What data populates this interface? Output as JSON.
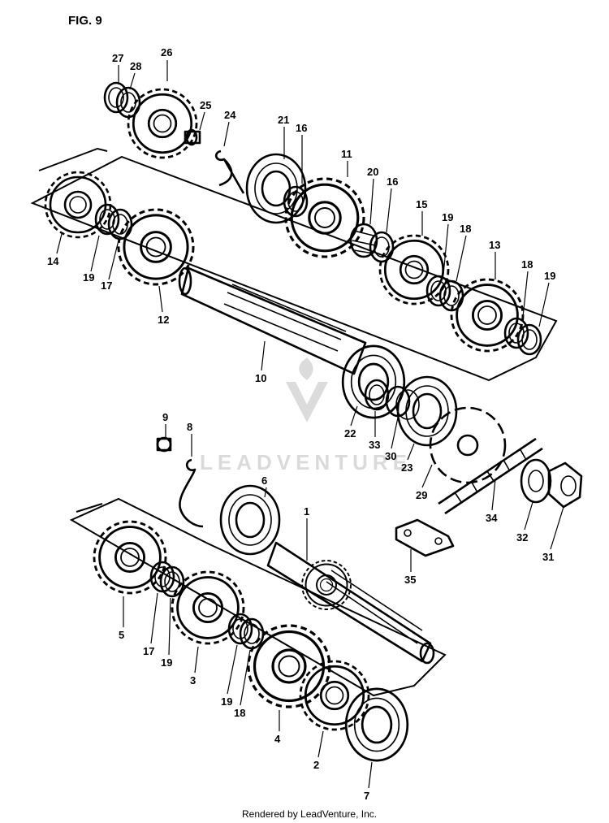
{
  "figure_label": "FIG. 9",
  "watermark": "LEADVENTURE",
  "footer": "Rendered by LeadVenture, Inc.",
  "parts": [
    {
      "ref": "1"
    },
    {
      "ref": "2"
    },
    {
      "ref": "3"
    },
    {
      "ref": "4"
    },
    {
      "ref": "5"
    },
    {
      "ref": "6"
    },
    {
      "ref": "7"
    },
    {
      "ref": "8"
    },
    {
      "ref": "9"
    },
    {
      "ref": "10"
    },
    {
      "ref": "11"
    },
    {
      "ref": "12"
    },
    {
      "ref": "13"
    },
    {
      "ref": "14"
    },
    {
      "ref": "15"
    },
    {
      "ref": "16"
    },
    {
      "ref": "17"
    },
    {
      "ref": "18"
    },
    {
      "ref": "19"
    },
    {
      "ref": "20"
    },
    {
      "ref": "21"
    },
    {
      "ref": "22"
    },
    {
      "ref": "23"
    },
    {
      "ref": "24"
    },
    {
      "ref": "25"
    },
    {
      "ref": "26"
    },
    {
      "ref": "27"
    },
    {
      "ref": "28"
    },
    {
      "ref": "29"
    },
    {
      "ref": "30"
    },
    {
      "ref": "31"
    },
    {
      "ref": "32"
    },
    {
      "ref": "33"
    },
    {
      "ref": "34"
    },
    {
      "ref": "35"
    }
  ],
  "callout_refs": [
    "27",
    "28",
    "26",
    "25",
    "24",
    "21",
    "16",
    "11",
    "20",
    "16",
    "15",
    "19",
    "18",
    "13",
    "18",
    "19",
    "14",
    "19",
    "17",
    "12",
    "10",
    "22",
    "33",
    "30",
    "23",
    "29",
    "34",
    "32",
    "31",
    "9",
    "8",
    "6",
    "1",
    "35",
    "5",
    "17",
    "19",
    "3",
    "19",
    "18",
    "4",
    "2",
    "7"
  ]
}
